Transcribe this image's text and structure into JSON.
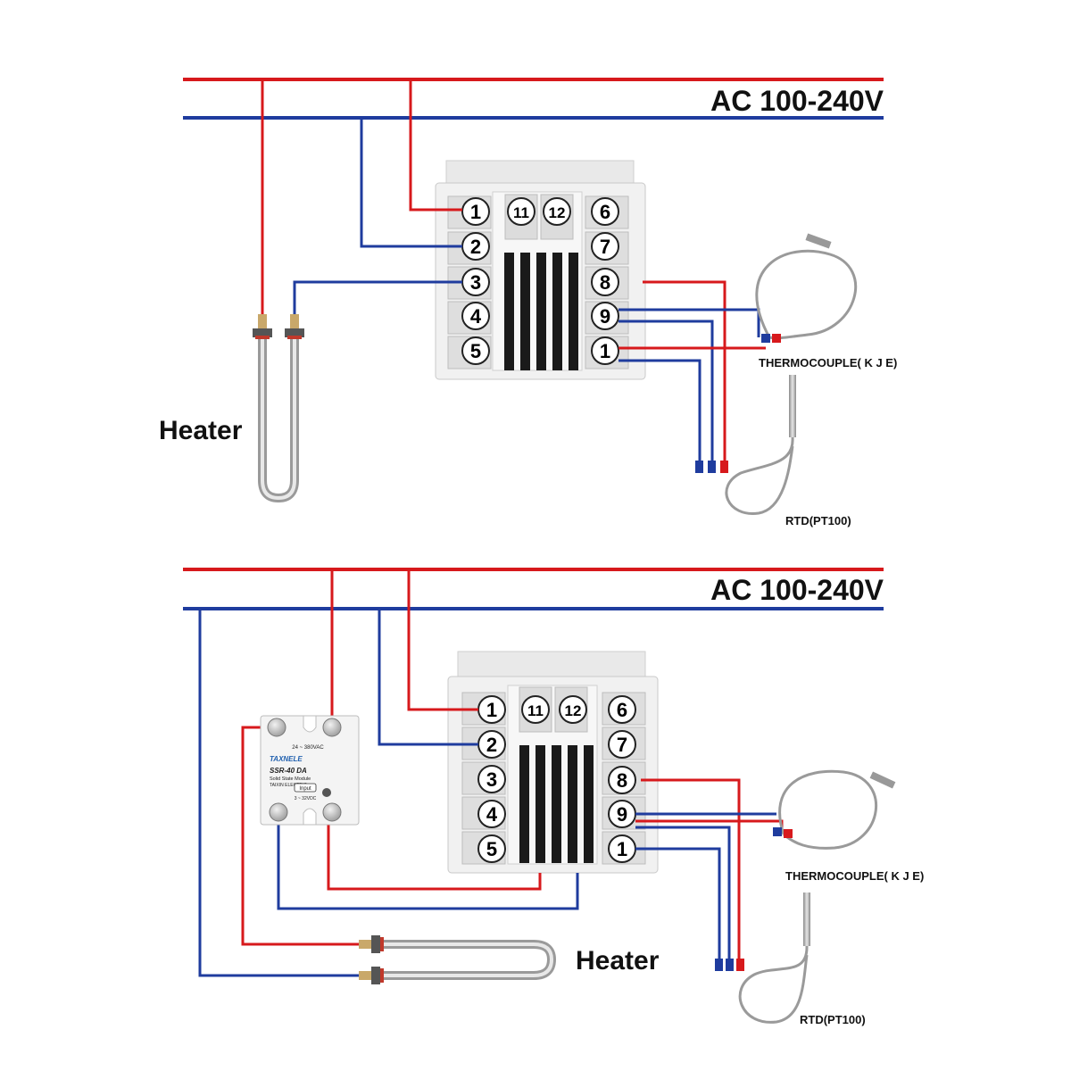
{
  "diagram_top": {
    "supply_label": "AC 100-240V",
    "heater_label": "Heater",
    "thermocouple_label": "THERMOCOUPLE( K J E)",
    "rtd_label": "RTD(PT100)",
    "terminals_left": [
      "1",
      "2",
      "3",
      "4",
      "5"
    ],
    "terminals_right": [
      "6",
      "7",
      "8",
      "9",
      "1"
    ],
    "terminals_top": [
      "11",
      "12"
    ]
  },
  "diagram_bottom": {
    "supply_label": "AC 100-240V",
    "heater_label": "Heater",
    "thermocouple_label": "THERMOCOUPLE( K J E)",
    "rtd_label": "RTD(PT100)",
    "terminals_left": [
      "1",
      "2",
      "3",
      "4",
      "5"
    ],
    "terminals_right": [
      "6",
      "7",
      "8",
      "9",
      "1"
    ],
    "terminals_top": [
      "11",
      "12"
    ],
    "ssr": {
      "brand": "TAXNELE",
      "model": "SSR-40 DA",
      "subtitle": "Solid State Module",
      "maker": "TAIXIN ELECTRIC",
      "ac_range": "24 ~ 380VAC",
      "input_label": "Input",
      "dc_range": "3 ~ 32VDC"
    }
  },
  "colors": {
    "live": "#d7191c",
    "neutral": "#1f3c9e"
  }
}
